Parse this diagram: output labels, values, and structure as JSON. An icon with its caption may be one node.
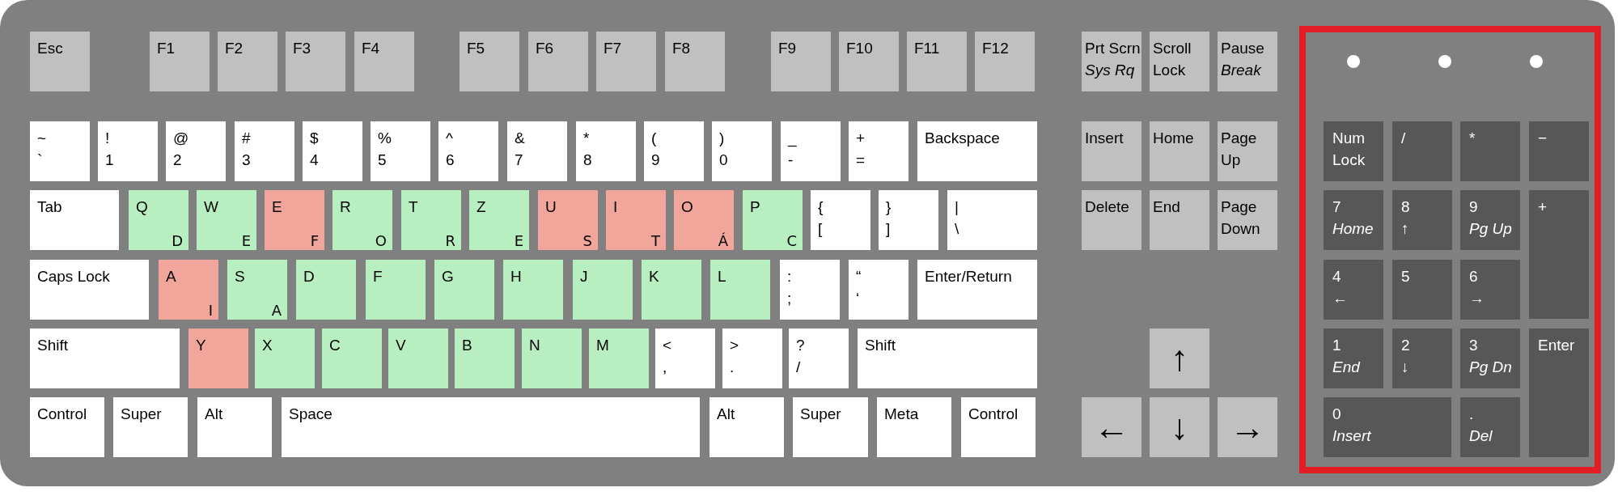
{
  "diagram": {
    "nodes": [
      {
        "text": [
          "Esc"
        ]
      },
      {
        "text": [
          "F1"
        ]
      },
      {
        "text": [
          "F2"
        ]
      },
      {
        "text": [
          "F3"
        ]
      },
      {
        "text": [
          "F4"
        ]
      },
      {
        "text": [
          "F5"
        ]
      },
      {
        "text": [
          "F6"
        ]
      },
      {
        "text": [
          "F7"
        ]
      },
      {
        "text": [
          "F8"
        ]
      },
      {
        "text": [
          "F9"
        ]
      },
      {
        "text": [
          "F10"
        ]
      },
      {
        "text": [
          "F11"
        ]
      },
      {
        "text": [
          "F12"
        ]
      },
      {
        "text": [
          "~",
          "`"
        ]
      },
      {
        "text": [
          "!",
          "1"
        ]
      },
      {
        "text": [
          "@",
          "2"
        ]
      },
      {
        "text": [
          "#",
          "3"
        ]
      },
      {
        "text": [
          "$",
          "4"
        ]
      },
      {
        "text": [
          "%",
          "5"
        ]
      },
      {
        "text": [
          "^",
          "6"
        ]
      },
      {
        "text": [
          "&",
          "7"
        ]
      },
      {
        "text": [
          "*",
          "8"
        ]
      },
      {
        "text": [
          "(",
          "9"
        ]
      },
      {
        "text": [
          ")",
          "0"
        ]
      },
      {
        "text": [
          "_",
          "-"
        ]
      },
      {
        "text": [
          "+",
          "="
        ]
      },
      {
        "text": [
          "Backspace"
        ]
      },
      {
        "text": [
          "Tab"
        ]
      },
      {
        "text": [
          "Q",
          "D"
        ]
      },
      {
        "text": [
          "W",
          "E"
        ]
      },
      {
        "text": [
          "E",
          "F"
        ]
      },
      {
        "text": [
          "R",
          "O"
        ]
      },
      {
        "text": [
          "T",
          "R"
        ]
      },
      {
        "text": [
          "Z",
          "E"
        ]
      },
      {
        "text": [
          "U",
          "S"
        ]
      },
      {
        "text": [
          "I",
          "T"
        ]
      },
      {
        "text": [
          "O",
          "Á"
        ]
      },
      {
        "text": [
          "P",
          "C"
        ]
      },
      {
        "text": [
          "{",
          "["
        ]
      },
      {
        "text": [
          "}",
          "]"
        ]
      },
      {
        "text": [
          "|",
          "\\"
        ]
      },
      {
        "text": [
          "Caps Lock"
        ]
      },
      {
        "text": [
          "A",
          "I"
        ]
      },
      {
        "text": [
          "S",
          "A"
        ]
      },
      {
        "text": [
          "D"
        ]
      },
      {
        "text": [
          "F"
        ]
      },
      {
        "text": [
          "G"
        ]
      },
      {
        "text": [
          "H"
        ]
      },
      {
        "text": [
          "J"
        ]
      },
      {
        "text": [
          "K"
        ]
      },
      {
        "text": [
          "L"
        ]
      },
      {
        "text": [
          ":",
          ";"
        ]
      },
      {
        "text": [
          "“",
          "‘"
        ]
      },
      {
        "text": [
          "Enter/Return"
        ]
      },
      {
        "text": [
          "Shift"
        ]
      },
      {
        "text": [
          "Y"
        ]
      },
      {
        "text": [
          "X"
        ]
      },
      {
        "text": [
          "C"
        ]
      },
      {
        "text": [
          "V"
        ]
      },
      {
        "text": [
          "B"
        ]
      },
      {
        "text": [
          "N"
        ]
      },
      {
        "text": [
          "M"
        ]
      },
      {
        "text": [
          "<",
          ","
        ]
      },
      {
        "text": [
          ">",
          "."
        ]
      },
      {
        "text": [
          "?",
          "/"
        ]
      },
      {
        "text": [
          "Shift"
        ]
      },
      {
        "text": [
          "Control"
        ]
      },
      {
        "text": [
          "Super"
        ]
      },
      {
        "text": [
          "Alt"
        ]
      },
      {
        "text": [
          "Space"
        ]
      },
      {
        "text": [
          "Alt"
        ]
      },
      {
        "text": [
          "Super"
        ]
      },
      {
        "text": [
          "Meta"
        ]
      },
      {
        "text": [
          "Control"
        ]
      },
      {
        "text": [
          "Prt Scrn",
          "Sys Rq"
        ]
      },
      {
        "text": [
          "Scroll Lock"
        ]
      },
      {
        "text": [
          "Pause",
          "Break"
        ]
      },
      {
        "text": [
          "Insert"
        ]
      },
      {
        "text": [
          "Home"
        ]
      },
      {
        "text": [
          "Page Up"
        ]
      },
      {
        "text": [
          "Delete"
        ]
      },
      {
        "text": [
          "End"
        ]
      },
      {
        "text": [
          "Page Down"
        ]
      },
      {
        "text": [
          "↑"
        ]
      },
      {
        "text": [
          "←"
        ]
      },
      {
        "text": [
          "↓"
        ]
      },
      {
        "text": [
          "→"
        ]
      },
      {
        "text": [],
        "shape": "box"
      },
      {
        "text": [
          "Num Lock"
        ],
        "in": 87
      },
      {
        "text": [
          "/"
        ],
        "in": 87
      },
      {
        "text": [
          "*"
        ],
        "in": 87
      },
      {
        "text": [
          "−"
        ],
        "in": 87
      },
      {
        "text": [
          "7",
          "Home"
        ],
        "in": 87
      },
      {
        "text": [
          "8",
          "↑"
        ],
        "in": 87
      },
      {
        "text": [
          "9",
          "Pg Up"
        ],
        "in": 87
      },
      {
        "text": [
          "+"
        ],
        "in": 87
      },
      {
        "text": [
          "4",
          "←"
        ],
        "in": 87
      },
      {
        "text": [
          "5"
        ],
        "in": 87
      },
      {
        "text": [
          "6",
          "→"
        ],
        "in": 87
      },
      {
        "text": [
          "1",
          "End"
        ],
        "in": 87
      },
      {
        "text": [
          "2",
          "↓"
        ],
        "in": 87
      },
      {
        "text": [
          "3",
          "Pg Dn"
        ],
        "in": 87
      },
      {
        "text": [
          "Enter"
        ],
        "in": 87
      },
      {
        "text": [
          "0",
          "Insert"
        ],
        "in": 87
      },
      {
        "text": [
          ".",
          "Del"
        ],
        "in": 87
      }
    ]
  }
}
